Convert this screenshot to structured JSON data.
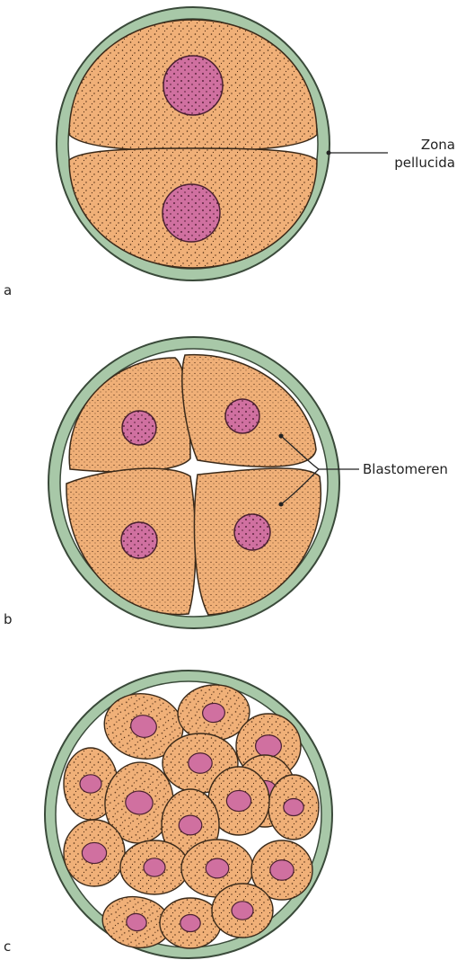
{
  "panels": [
    {
      "letter": "a"
    },
    {
      "letter": "b"
    },
    {
      "letter": "c"
    }
  ],
  "labels": {
    "zona_line1": "Zona",
    "zona_line2": "pellucida",
    "blastomeren": "Blastomeren"
  },
  "colors": {
    "zona": "#a8c8a8",
    "zona_outline": "#3a4a3a",
    "cytoplasm": "#f0b078",
    "cytoplasm_outline": "#3a2a1a",
    "nucleus": "#d070a0",
    "nucleus_outline": "#4a2030",
    "background": "#ffffff"
  }
}
